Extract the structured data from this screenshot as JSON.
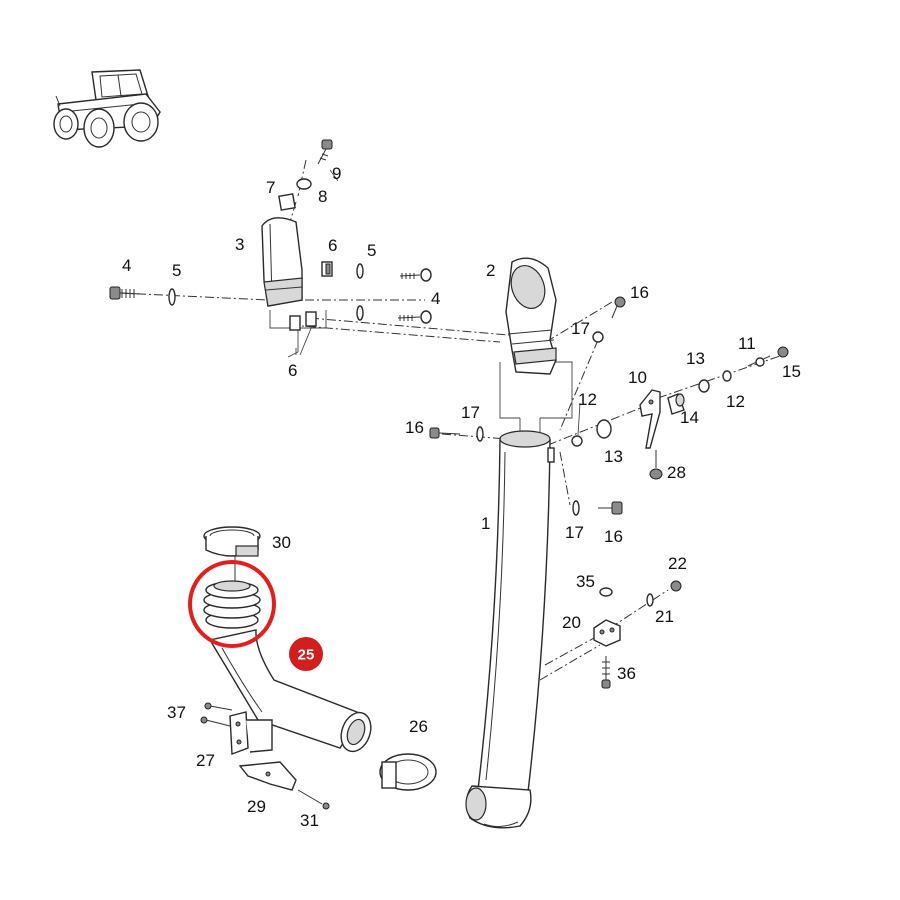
{
  "diagram": {
    "callouts": [
      {
        "id": "c1",
        "text": "1"
      },
      {
        "id": "c2",
        "text": "2"
      },
      {
        "id": "c3",
        "text": "3"
      },
      {
        "id": "c4a",
        "text": "4"
      },
      {
        "id": "c4b",
        "text": "4"
      },
      {
        "id": "c5a",
        "text": "5"
      },
      {
        "id": "c5b",
        "text": "5"
      },
      {
        "id": "c6a",
        "text": "6"
      },
      {
        "id": "c6b",
        "text": "6"
      },
      {
        "id": "c7",
        "text": "7"
      },
      {
        "id": "c8",
        "text": "8"
      },
      {
        "id": "c9",
        "text": "9"
      },
      {
        "id": "c10",
        "text": "10"
      },
      {
        "id": "c11",
        "text": "11"
      },
      {
        "id": "c12a",
        "text": "12"
      },
      {
        "id": "c12b",
        "text": "12"
      },
      {
        "id": "c13a",
        "text": "13"
      },
      {
        "id": "c13b",
        "text": "13"
      },
      {
        "id": "c14",
        "text": "14"
      },
      {
        "id": "c15",
        "text": "15"
      },
      {
        "id": "c16a",
        "text": "16"
      },
      {
        "id": "c16b",
        "text": "16"
      },
      {
        "id": "c16c",
        "text": "16"
      },
      {
        "id": "c17a",
        "text": "17"
      },
      {
        "id": "c17b",
        "text": "17"
      },
      {
        "id": "c17c",
        "text": "17"
      },
      {
        "id": "c20",
        "text": "20"
      },
      {
        "id": "c21",
        "text": "21"
      },
      {
        "id": "c22",
        "text": "22"
      },
      {
        "id": "c26",
        "text": "26"
      },
      {
        "id": "c27",
        "text": "27"
      },
      {
        "id": "c28",
        "text": "28"
      },
      {
        "id": "c29",
        "text": "29"
      },
      {
        "id": "c30",
        "text": "30"
      },
      {
        "id": "c31",
        "text": "31"
      },
      {
        "id": "c35",
        "text": "35"
      },
      {
        "id": "c36",
        "text": "36"
      },
      {
        "id": "c37",
        "text": "37"
      }
    ],
    "highlight": {
      "part_number": "25",
      "color": "#e0201c",
      "badge_color": "#d11e1e"
    },
    "line_color": "#2a2a2a"
  }
}
